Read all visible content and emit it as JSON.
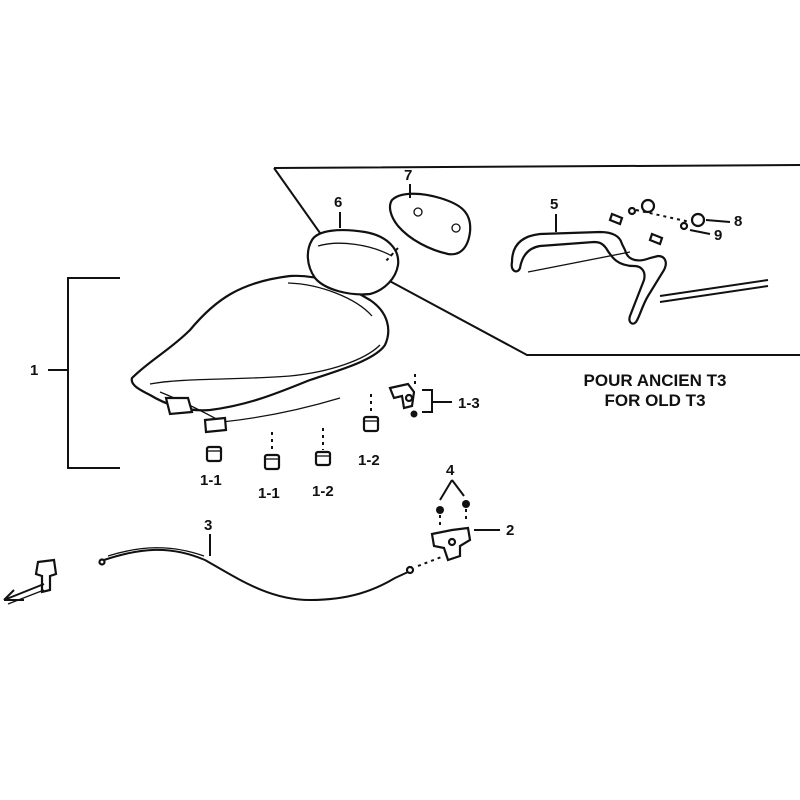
{
  "labels": {
    "l1": "1",
    "l1_1a": "1-1",
    "l1_1b": "1-1",
    "l1_2a": "1-2",
    "l1_2b": "1-2",
    "l1_3": "1-3",
    "l2": "2",
    "l3": "3",
    "l4": "4",
    "l5": "5",
    "l6": "6",
    "l7": "7",
    "l8": "8",
    "l9": "9"
  },
  "caption": {
    "line1": "POUR ANCIEN T3",
    "line2": "FOR OLD T3"
  }
}
